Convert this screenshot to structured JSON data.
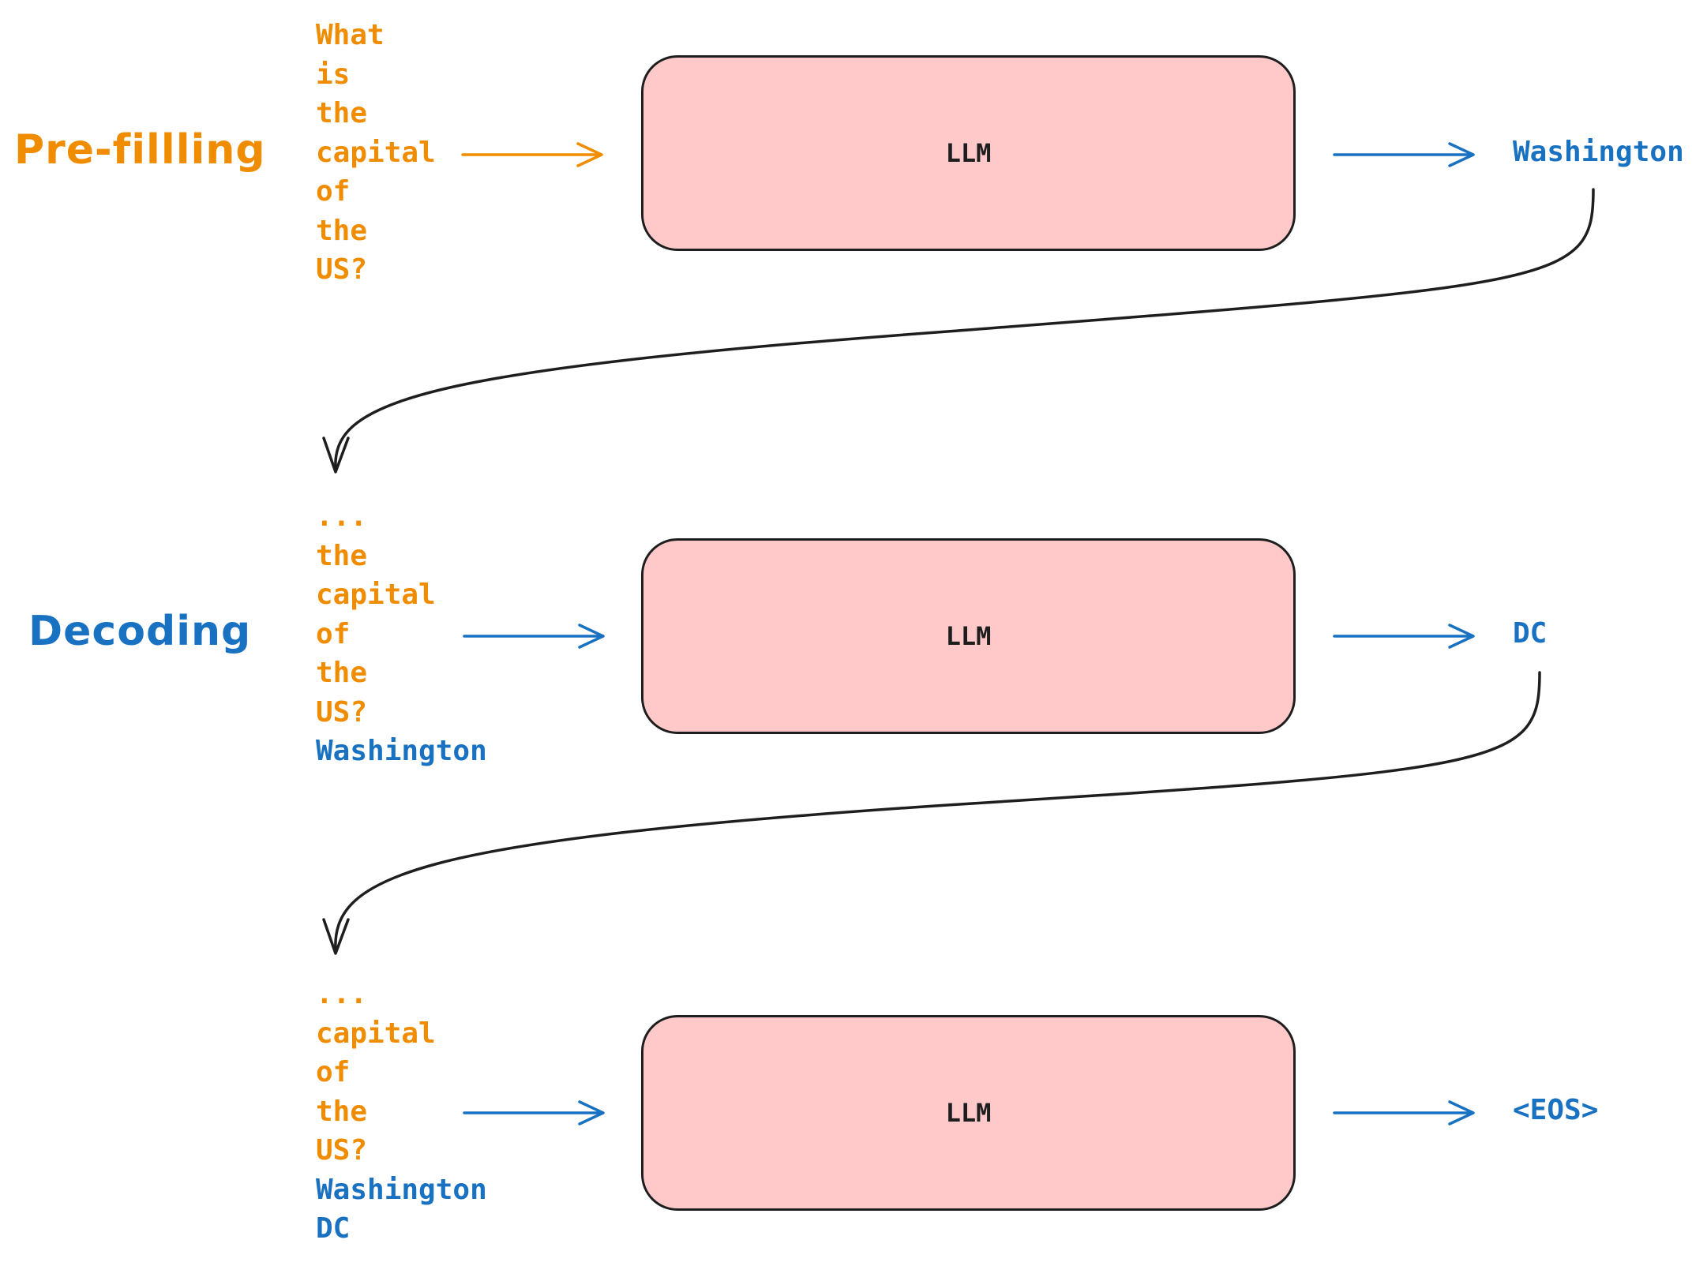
{
  "colors": {
    "prefill": "#f08c00",
    "decode": "#1971c2",
    "llm_fill": "#ffc9c9",
    "stroke": "#1e1e1e"
  },
  "phases": {
    "prefill": "Pre-fillling",
    "decode": "Decoding"
  },
  "steps": [
    {
      "input_tokens": [
        {
          "text": "What",
          "color": "orange"
        },
        {
          "text": "is",
          "color": "orange"
        },
        {
          "text": "the",
          "color": "orange"
        },
        {
          "text": "capital",
          "color": "orange"
        },
        {
          "text": "of",
          "color": "orange"
        },
        {
          "text": "the",
          "color": "orange"
        },
        {
          "text": "US?",
          "color": "orange"
        }
      ],
      "model": "LLM",
      "output": "Washington"
    },
    {
      "input_tokens": [
        {
          "text": "...",
          "color": "orange"
        },
        {
          "text": "the",
          "color": "orange"
        },
        {
          "text": "capital",
          "color": "orange"
        },
        {
          "text": "of",
          "color": "orange"
        },
        {
          "text": "the",
          "color": "orange"
        },
        {
          "text": "US?",
          "color": "orange"
        },
        {
          "text": "Washington",
          "color": "blue"
        }
      ],
      "model": "LLM",
      "output": "DC"
    },
    {
      "input_tokens": [
        {
          "text": "...",
          "color": "orange"
        },
        {
          "text": "capital",
          "color": "orange"
        },
        {
          "text": "of",
          "color": "orange"
        },
        {
          "text": "the",
          "color": "orange"
        },
        {
          "text": "US?",
          "color": "orange"
        },
        {
          "text": "Washington",
          "color": "blue"
        },
        {
          "text": "DC",
          "color": "blue"
        }
      ],
      "model": "LLM",
      "output": "<EOS>"
    }
  ]
}
